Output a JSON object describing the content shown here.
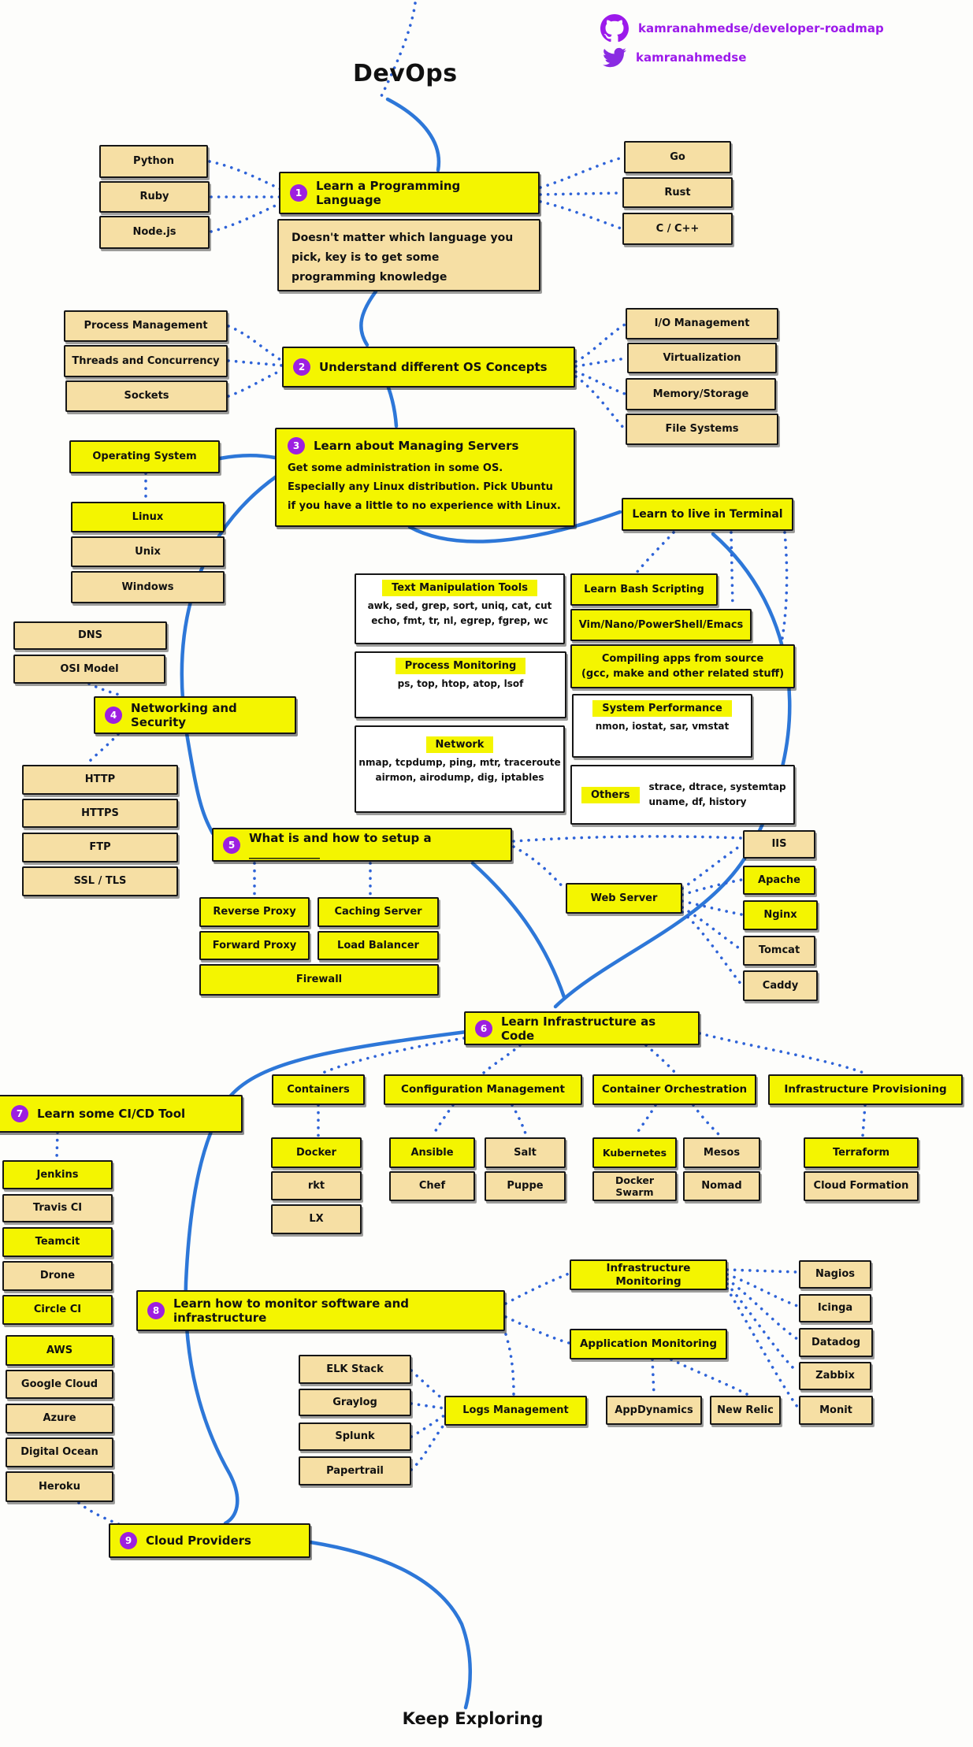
{
  "header": {
    "title": "DevOps",
    "github": "kamranahmedse/developer-roadmap",
    "twitter": "kamranahmedse"
  },
  "footer": {
    "tagline": "Keep Exploring"
  },
  "colors": {
    "accent_yellow": "#F4F500",
    "accent_tan": "#F6DFA4",
    "line_blue": "#2D77D8",
    "badge_purple": "#9D1FE0",
    "link_purple": "#9C1AEB"
  },
  "s1": {
    "badge": "1",
    "title": "Learn a Programming Language",
    "note": "Doesn't matter which language you pick, key is to get some programming knowledge",
    "left": [
      "Python",
      "Ruby",
      "Node.js"
    ],
    "right": [
      "Go",
      "Rust",
      "C / C++"
    ]
  },
  "s2": {
    "badge": "2",
    "title": "Understand different OS Concepts",
    "left": [
      "Process Management",
      "Threads and Concurrency",
      "Sockets"
    ],
    "right": [
      "I/O Management",
      "Virtualization",
      "Memory/Storage",
      "File Systems"
    ]
  },
  "s3": {
    "badge": "3",
    "title": "Learn about Managing Servers",
    "body": "Get some administration in some OS. Especially any Linux distribution. Pick Ubuntu if you have a little to no experience with Linux.",
    "os": "Operating System",
    "os_items": [
      "Linux",
      "Unix",
      "Windows"
    ],
    "terminal": "Learn to live in Terminal",
    "text_manipulation": {
      "title": "Text Manipulation Tools",
      "line1": "awk, sed, grep, sort, uniq, cat, cut",
      "line2": "echo, fmt, tr, nl, egrep, fgrep, wc"
    },
    "bash": "Learn Bash Scripting",
    "editors": "Vim/Nano/PowerShell/Emacs",
    "compiling": {
      "line1": "Compiling apps from source",
      "line2": "(gcc, make and other related stuff)"
    },
    "process_monitoring": {
      "title": "Process Monitoring",
      "line1": "ps, top, htop, atop, lsof"
    },
    "system_performance": {
      "title": "System Performance",
      "line1": "nmon, iostat, sar, vmstat"
    },
    "network": {
      "title": "Network",
      "line1": "nmap, tcpdump, ping, mtr, traceroute",
      "line2": "airmon, airodump, dig, iptables"
    },
    "others": {
      "title": "Others",
      "line1": "strace, dtrace, systemtap",
      "line2": "uname, df, history"
    }
  },
  "s4": {
    "badge": "4",
    "title": "Networking and Security",
    "top": [
      "DNS",
      "OSI Model"
    ],
    "bottom": [
      "HTTP",
      "HTTPS",
      "FTP",
      "SSL / TLS"
    ]
  },
  "s5": {
    "badge": "5",
    "title": "What is and how to setup a ____________",
    "items": [
      "Reverse Proxy",
      "Caching Server",
      "Forward Proxy",
      "Load Balancer",
      "Firewall"
    ],
    "web_server": "Web Server",
    "servers": [
      "IIS",
      "Apache",
      "Nginx",
      "Tomcat",
      "Caddy"
    ]
  },
  "s6": {
    "badge": "6",
    "title": "Learn Infrastructure as Code",
    "categories": [
      "Containers",
      "Configuration Management",
      "Container Orchestration",
      "Infrastructure Provisioning"
    ],
    "containers": [
      "Docker",
      "rkt",
      "LX"
    ],
    "config": [
      "Ansible",
      "Salt",
      "Chef",
      "Puppe"
    ],
    "orchestration": [
      "Kubernetes",
      "Mesos",
      "Docker Swarm",
      "Nomad"
    ],
    "provisioning": [
      "Terraform",
      "Cloud Formation"
    ]
  },
  "s7": {
    "badge": "7",
    "title": "Learn some CI/CD Tool",
    "tools": [
      "Jenkins",
      "Travis CI",
      "Teamcit",
      "Drone",
      "Circle CI"
    ]
  },
  "s8": {
    "badge": "8",
    "title": "Learn how to monitor software and infrastructure",
    "infra": "Infrastructure Monitoring",
    "app": "Application Monitoring",
    "logs": "Logs Management",
    "infra_tools": [
      "Nagios",
      "Icinga",
      "Datadog",
      "Zabbix",
      "Monit"
    ],
    "app_tools": [
      "AppDynamics",
      "New Relic"
    ],
    "log_tools": [
      "ELK Stack",
      "Graylog",
      "Splunk",
      "Papertrail"
    ]
  },
  "s9": {
    "badge": "9",
    "title": "Cloud Providers",
    "providers": [
      "AWS",
      "Google Cloud",
      "Azure",
      "Digital Ocean",
      "Heroku"
    ]
  }
}
